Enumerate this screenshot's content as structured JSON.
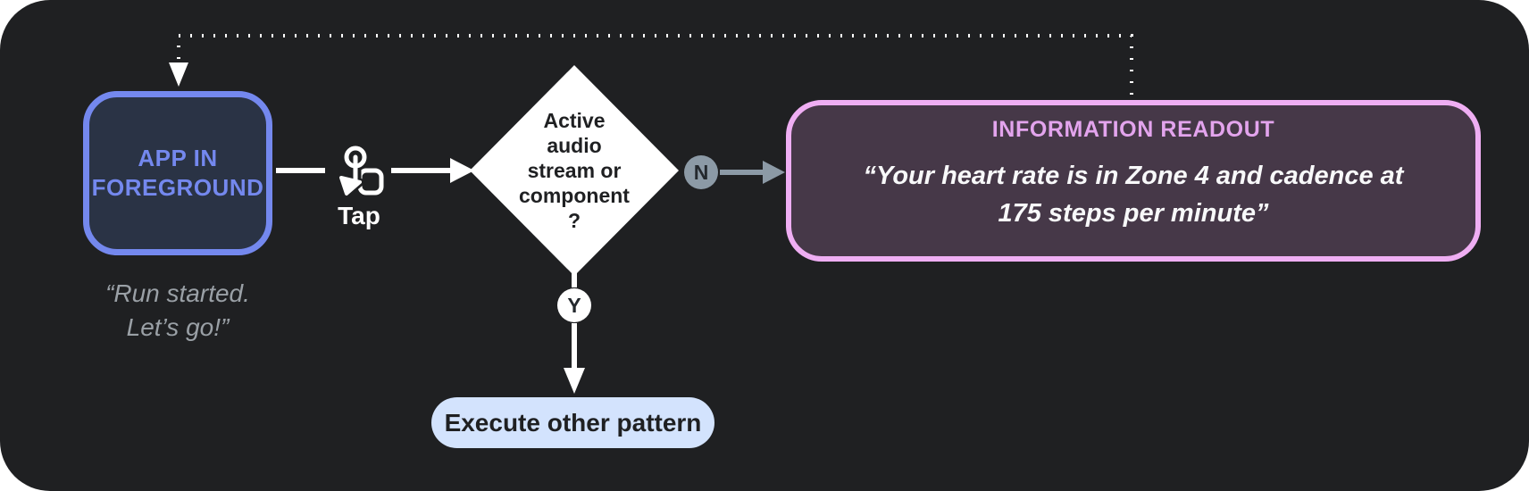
{
  "canvas": {
    "background_color": "#1f2022",
    "connector_white": "#ffffff",
    "connector_slate": "#8c9aa6"
  },
  "nodes": {
    "app_box": {
      "label": "APP IN FOREGROUND",
      "border_color": "#7488ee",
      "fill_color": "#2a3345",
      "text_color": "#7488ee"
    },
    "caption": {
      "lines": [
        "“Run started.",
        "Let’s go!”"
      ],
      "text_color": "#9aa0a6"
    },
    "tap": {
      "label": "Tap",
      "icon": "tap-gesture-icon"
    },
    "decision": {
      "lines": [
        "Active",
        "audio",
        "stream or",
        "component",
        "?"
      ],
      "fill_color": "#ffffff",
      "text_color": "#1f2022"
    },
    "branch_no": {
      "label": "N",
      "fill_color": "#8c9aa6"
    },
    "branch_yes": {
      "label": "Y",
      "fill_color": "#ffffff"
    },
    "readout": {
      "title": "INFORMATION READOUT",
      "title_color": "#e3a4ed",
      "quote_lines": [
        "“Your heart rate is in Zone 4 and cadence at",
        "175 steps per minute”"
      ],
      "border_color": "#efaef3",
      "fill_color": "#463848"
    },
    "action_pill": {
      "label": "Execute other pattern",
      "fill_color": "#d3e3fd",
      "text_color": "#1f2022"
    }
  }
}
